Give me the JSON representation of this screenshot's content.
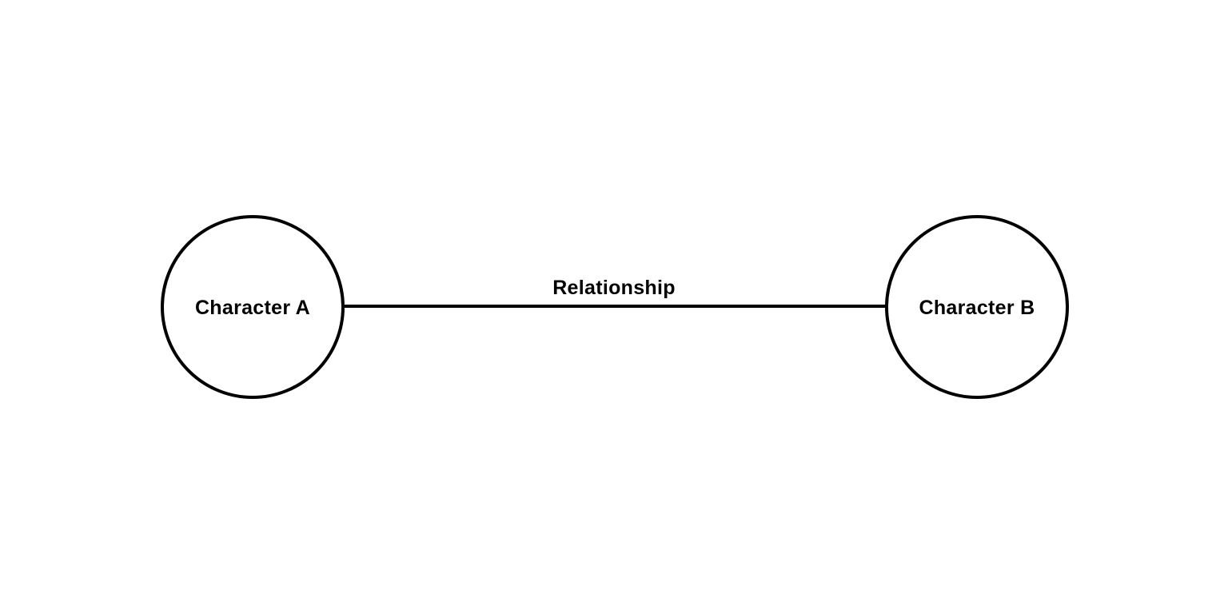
{
  "colors": {
    "background": "#ffffff",
    "stroke": "#000000",
    "text": "#000000"
  },
  "diagram": {
    "nodes": [
      {
        "id": "character-a",
        "label": "Character A"
      },
      {
        "id": "character-b",
        "label": "Character B"
      }
    ],
    "edge": {
      "label": "Relationship"
    }
  }
}
